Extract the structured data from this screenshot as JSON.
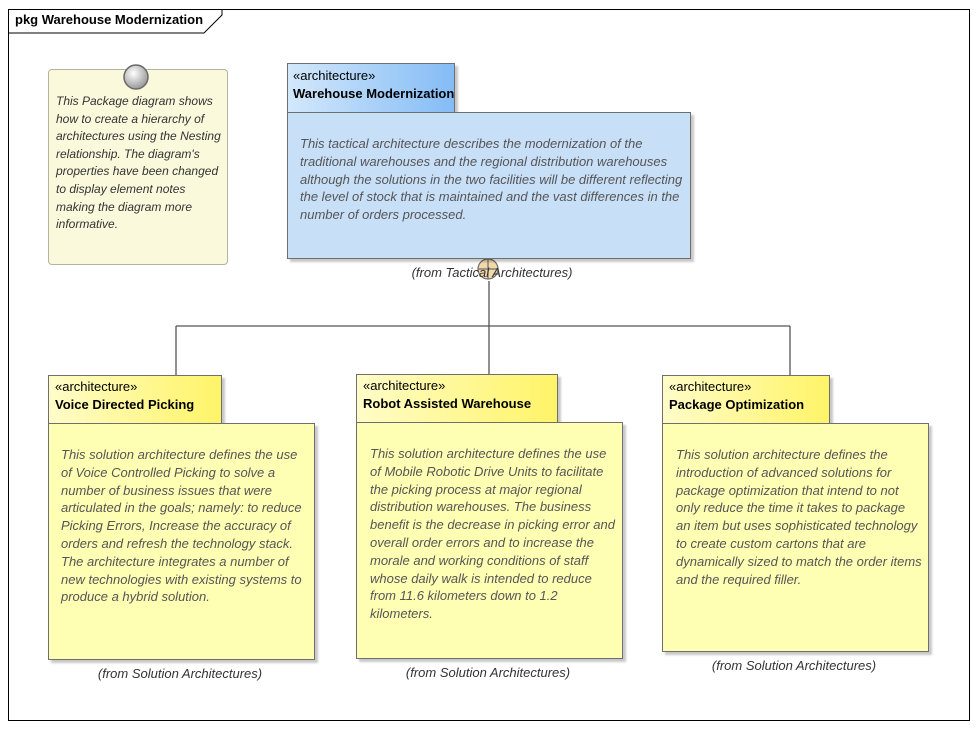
{
  "frame": {
    "title": "pkg Warehouse Modernization"
  },
  "note": {
    "text": "This Package diagram shows how to create a hierarchy of architectures using the Nesting relationship. The diagram's properties have been changed to display element notes making the diagram more informative."
  },
  "parent": {
    "stereotype": "«architecture»",
    "name": "Warehouse Modernization",
    "notes": "This tactical architecture describes the modernization of the traditional warehouses and the regional distribution warehouses although the solutions in the two facilities will be different reflecting the level of stock that is maintained and the vast differences in the number of orders processed.",
    "from": "(from Tactical Architectures)"
  },
  "children": [
    {
      "stereotype": "«architecture»",
      "name": "Voice Directed Picking",
      "notes": "This solution architecture defines the use of Voice Controlled Picking to solve a number of business issues that were articulated in the goals; namely: to reduce Picking Errors, Increase the accuracy of orders and refresh the technology stack. The architecture integrates a number of new technologies with existing systems to produce a hybrid solution.",
      "from": "(from Solution Architectures)"
    },
    {
      "stereotype": "«architecture»",
      "name": "Robot Assisted Warehouse",
      "notes": "This solution architecture defines the use of Mobile Robotic Drive Units to facilitate the picking process at major regional distribution warehouses. The business benefit is the decrease in picking error and overall order errors and to increase the morale and working conditions of staff whose daily walk is intended to reduce from 11.6 kilometers down to 1.2 kilometers.",
      "from": "(from Solution Architectures)"
    },
    {
      "stereotype": "«architecture»",
      "name": "Package Optimization",
      "notes": "This solution architecture defines the introduction of advanced solutions for package optimization that intend to not only reduce the time it takes to package an item but uses sophisticated technology to create custom cartons that are dynamically sized to match the order items and the required filler.",
      "from": "(from Solution Architectures)"
    }
  ],
  "colors": {
    "package_yellow": "#ffffb4",
    "package_blue": "#c8dff8",
    "note_fill": "#fbf9dc",
    "nesting_symbol": "#f4d9a8"
  }
}
